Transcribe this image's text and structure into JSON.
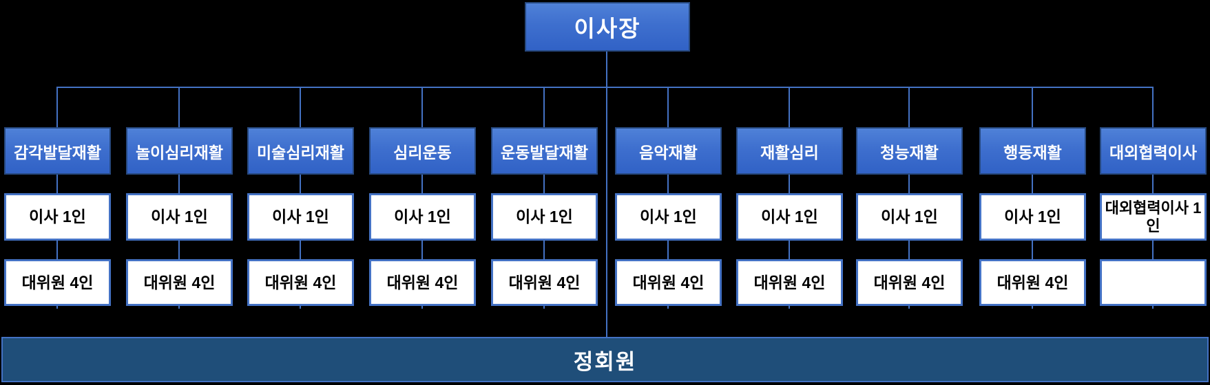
{
  "org_chart": {
    "chairman_label": "이사장",
    "members_bar_label": "정회원",
    "columns": [
      {
        "title": "감각발달재활",
        "director": "이사 1인",
        "delegates": "대위원 4인"
      },
      {
        "title": "놀이심리재활",
        "director": "이사 1인",
        "delegates": "대위원 4인"
      },
      {
        "title": "미술심리재활",
        "director": "이사 1인",
        "delegates": "대위원 4인"
      },
      {
        "title": "심리운동",
        "director": "이사 1인",
        "delegates": "대위원 4인"
      },
      {
        "title": "운동발달재활",
        "director": "이사 1인",
        "delegates": "대위원 4인"
      },
      {
        "title": "음악재활",
        "director": "이사 1인",
        "delegates": "대위원 4인"
      },
      {
        "title": "재활심리",
        "director": "이사 1인",
        "delegates": "대위원 4인"
      },
      {
        "title": "청능재활",
        "director": "이사 1인",
        "delegates": "대위원 4인"
      },
      {
        "title": "행동재활",
        "director": "이사 1인",
        "delegates": "대위원 4인"
      },
      {
        "title": "대외협력이사",
        "director": "대외협력이사 1인",
        "delegates": ""
      }
    ],
    "colors": {
      "background": "#000000",
      "box_blue_top": "#4f81d8",
      "box_blue_bottom": "#3162c6",
      "box_blue_border": "#27497f",
      "white_box_border": "#4472c4",
      "connector_line": "#4472c4",
      "members_bar_fill": "#1f4e79",
      "members_bar_border": "#4472c4"
    }
  }
}
